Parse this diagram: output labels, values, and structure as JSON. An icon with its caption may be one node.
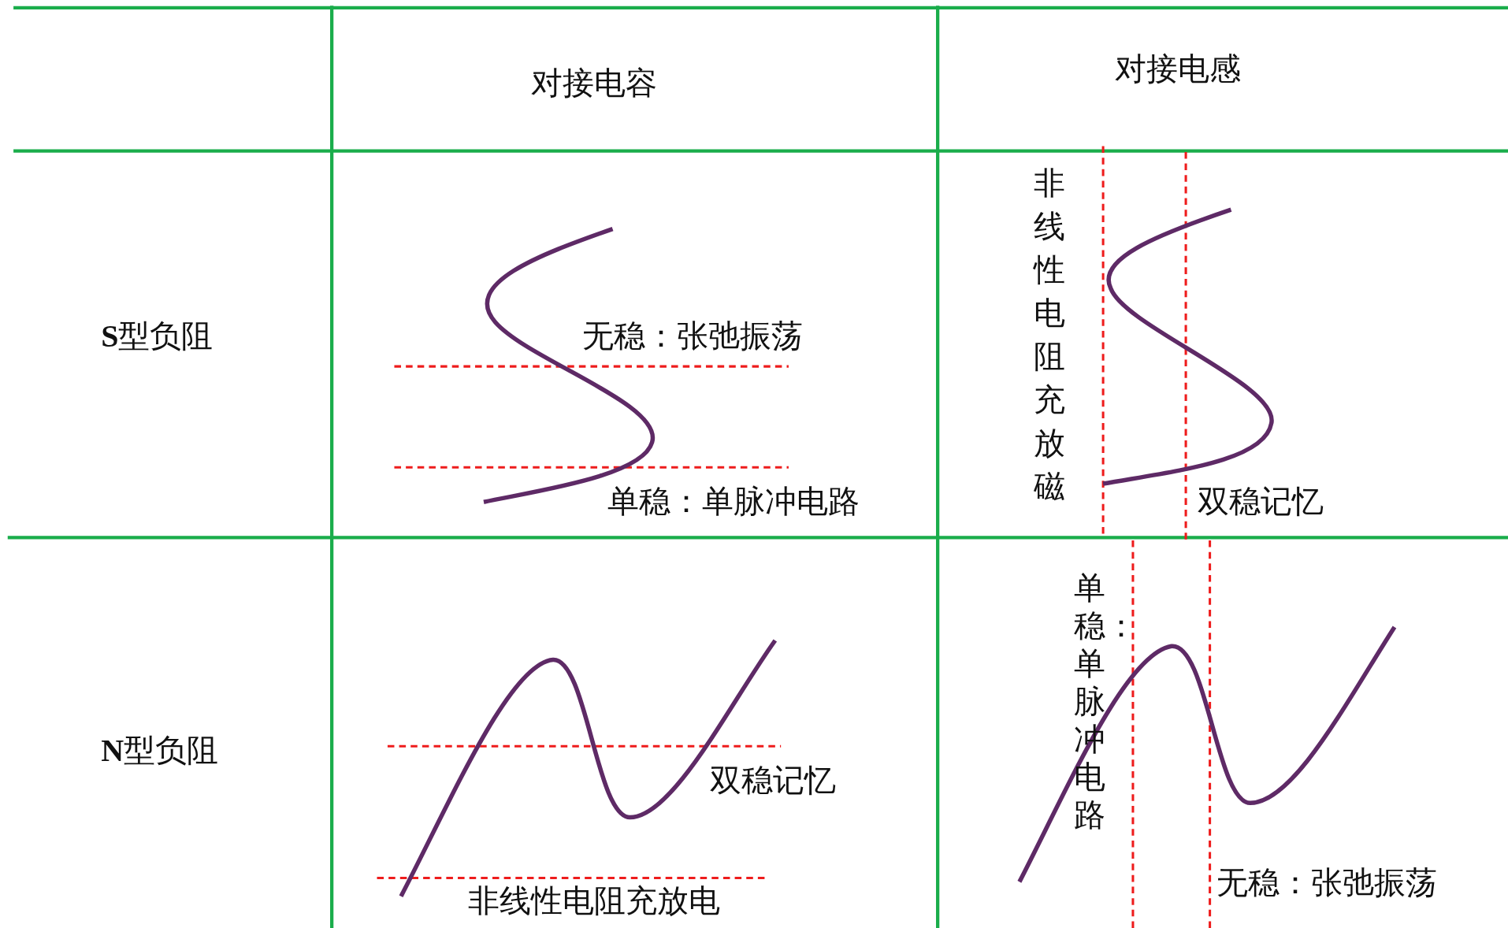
{
  "diagram": {
    "labels": [
      "对接电容",
      "对接电感",
      "**S**型负阻",
      "无稳：张弛振荡",
      "单稳：单脉冲电路",
      "非线性电阻充放磁",
      "双稳记忆",
      "**N**型负阻",
      "双稳记忆",
      "单稳：单脉冲电路",
      "非线性电阻充放电",
      "无稳：张弛振荡"
    ]
  }
}
